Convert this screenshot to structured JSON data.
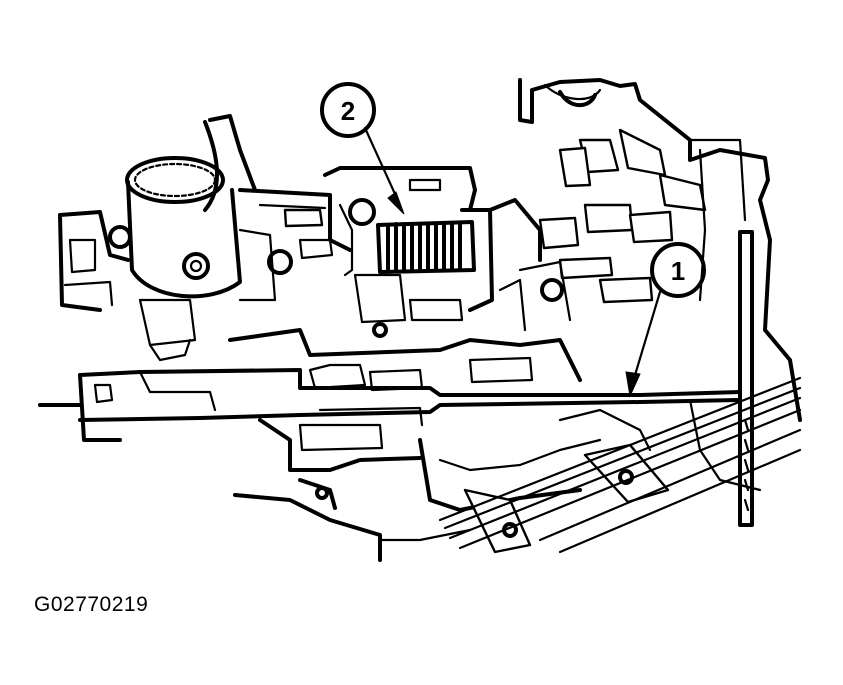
{
  "figure": {
    "figure_id": "G02770219",
    "callouts": [
      {
        "label": "1",
        "target": "rod"
      },
      {
        "label": "2",
        "target": "spring"
      }
    ]
  }
}
